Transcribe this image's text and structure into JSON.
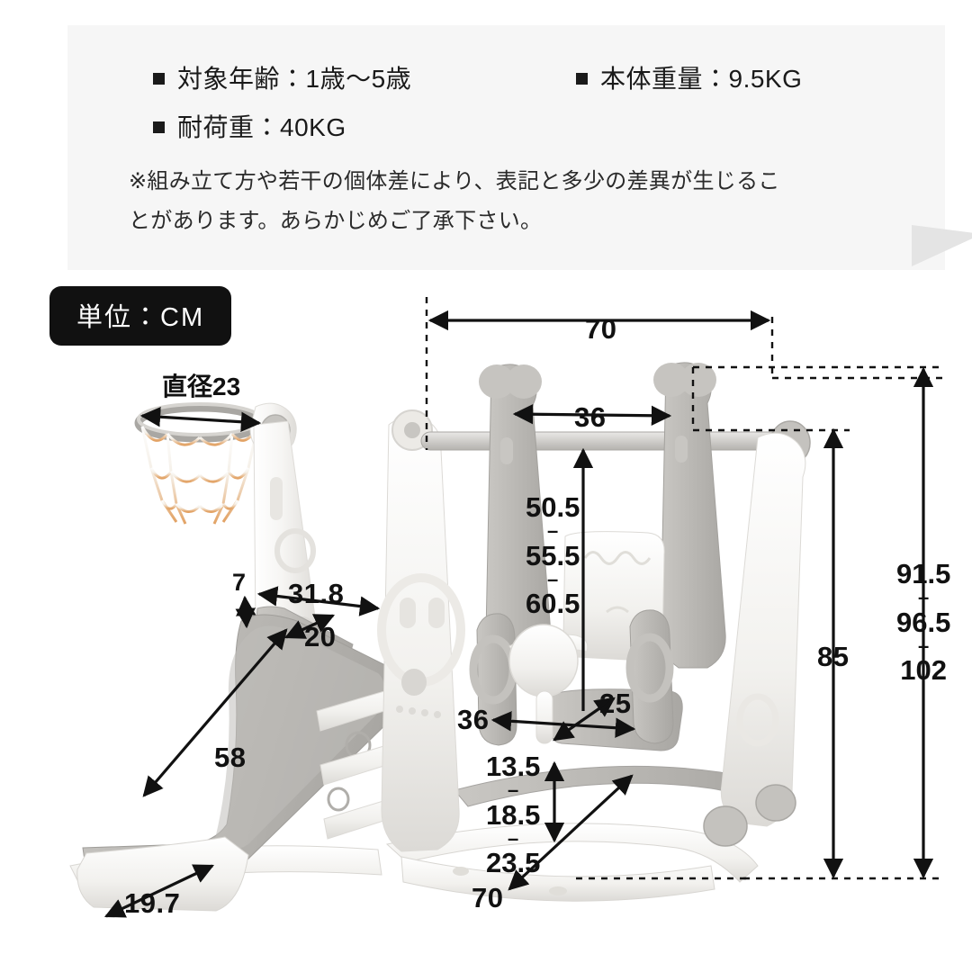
{
  "spec_panel": {
    "rows": [
      [
        {
          "label": "対象年齢：1歳～5歳"
        },
        {
          "label": "本体重量：9.5KG"
        }
      ],
      [
        {
          "label": "耐荷重：40KG"
        }
      ]
    ],
    "note_line1": "※組み立て方や若干の個体差により、表記と多少の差異が生じるこ",
    "note_line2": "とがあります。あらかじめご了承下さい。"
  },
  "unit_badge": {
    "label": "単位：CM"
  },
  "diagram": {
    "hoop_label": "直径23",
    "dimensions": {
      "top_width": "70",
      "swing_hanger_span": "36",
      "seat_height_1": "50.5",
      "seat_height_2": "55.5",
      "seat_height_3": "60.5",
      "seat_width": "36",
      "seat_depth": "25",
      "ground_clearance_1": "13.5",
      "ground_clearance_2": "18.5",
      "ground_clearance_3": "23.5",
      "base_depth": "70",
      "frame_height": "85",
      "total_height_1": "91.5",
      "total_height_2": "96.5",
      "total_height_3": "102",
      "slide_rail_height": "7",
      "slide_deck_width": "31.8",
      "slide_width": "20",
      "slide_length": "58",
      "slide_runout": "19.7"
    },
    "separator": "–"
  },
  "colors": {
    "panel_bg": "#f6f6f6",
    "panel_tail": "#e4e4e4",
    "badge_bg": "#111111",
    "badge_text": "#ffffff",
    "dimension_line": "#111111",
    "product_grey": "#b8b6b3",
    "product_white": "#f3f2f0",
    "net_orange": "#e8a96a"
  }
}
